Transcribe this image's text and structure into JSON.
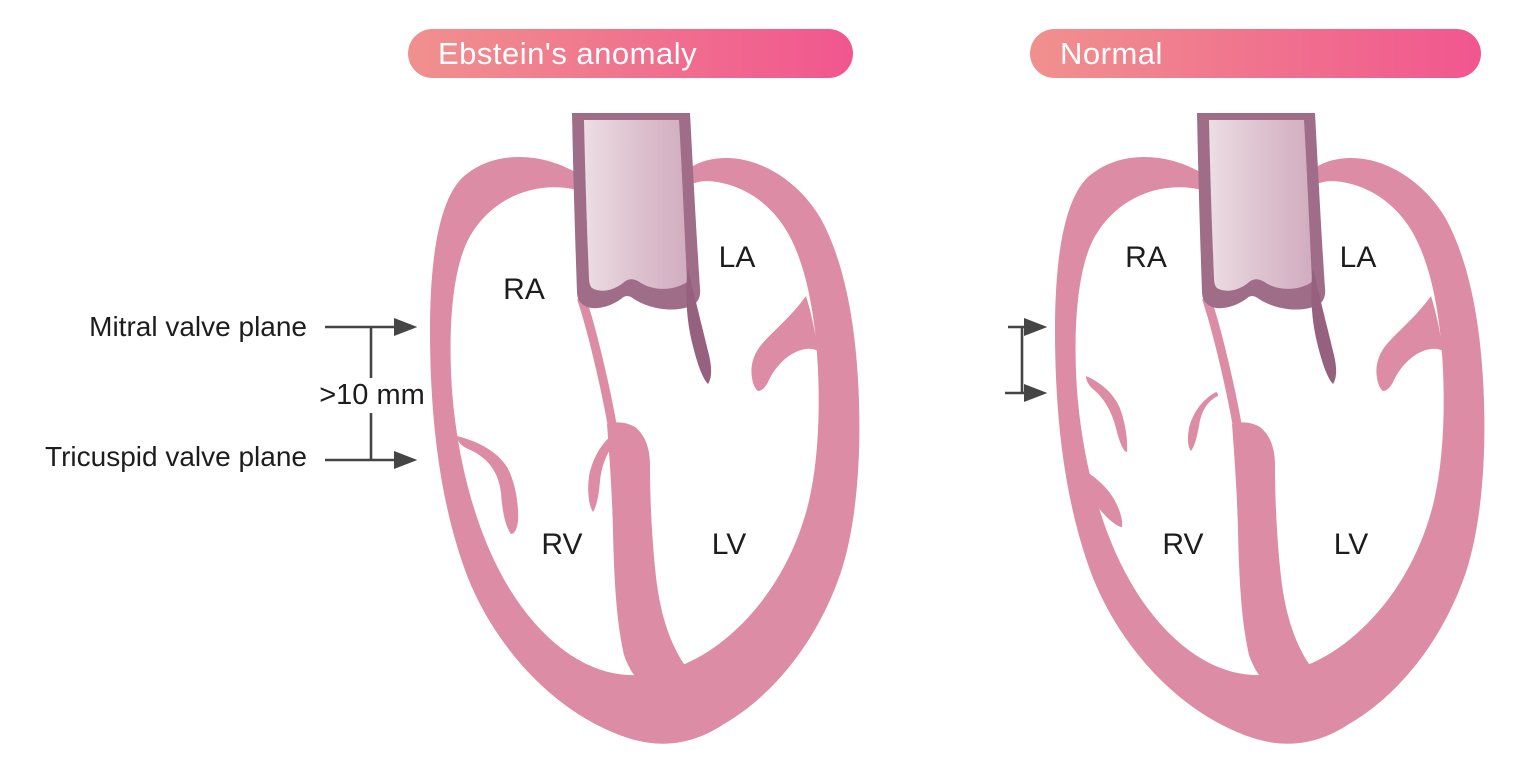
{
  "figure": {
    "description": "Comparison diagram of a heart with Ebstein's anomaly versus a normal heart, four-chamber view"
  },
  "panels": [
    {
      "title": "Ebstein's anomaly",
      "labels": {
        "ra": "RA",
        "la": "LA",
        "rv": "RV",
        "lv": "LV"
      }
    },
    {
      "title": "Normal",
      "labels": {
        "ra": "RA",
        "la": "LA",
        "rv": "RV",
        "lv": "LV"
      }
    }
  ],
  "annotations": {
    "mitral": "Mitral valve plane",
    "tricuspid": "Tricuspid valve plane",
    "distance": ">10 mm"
  },
  "colors": {
    "background": "#ffffff",
    "wall": "#dc8ca5",
    "aorta_border": "#a06d88",
    "leaflet_dark": "#96617e",
    "aorta_light1": "#ecdde4",
    "aorta_light2": "#dcc0cd",
    "aorta_light3": "#d1adbf",
    "banner_from": "#f0918e",
    "banner_to": "#f1568f",
    "banner_text": "#ffffff",
    "label_text": "#1d1d1d",
    "arrow": "#454545",
    "chamber": "#ffffff"
  }
}
